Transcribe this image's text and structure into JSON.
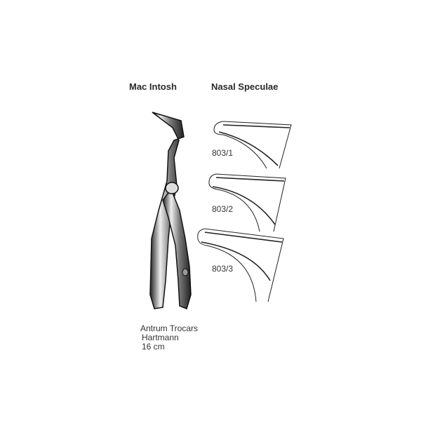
{
  "headings": {
    "left": "Mac Intosh",
    "right": "Nasal Speculae"
  },
  "specula": [
    {
      "code": "803/1"
    },
    {
      "code": "803/2"
    },
    {
      "code": "803/3"
    }
  ],
  "caption": {
    "line1": "Antrum Trocars",
    "line2": "Hartmann",
    "line3": "16 cm"
  }
}
